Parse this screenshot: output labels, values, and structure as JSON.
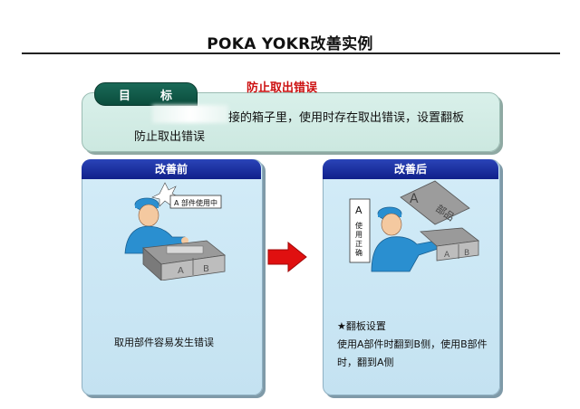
{
  "header": {
    "title": "POKA YOKR改善实例"
  },
  "goal": {
    "tab_label_1": "目",
    "tab_label_2": "标",
    "red_heading": "防止取出错误",
    "line1": "接的箱子里，使用时存在取出错误，设置翻板",
    "line2": "防止取出错误"
  },
  "before": {
    "tab_label": "改善前",
    "sign_text": "A 部件使用中",
    "box_letters": [
      "A",
      "B"
    ],
    "caption": "取用部件容易发生错误"
  },
  "after": {
    "tab_label": "改善后",
    "flap_letter": "A",
    "flap_text": "部品",
    "side_sign_letter": "A",
    "side_sign_text": [
      "使",
      "用",
      "正",
      "确"
    ],
    "box_letters": [
      "A",
      "B"
    ],
    "caption_title": "★翻板设置",
    "caption_line1": "使用A部件时翻到B侧，使用B部件",
    "caption_line2": "时，翻到A侧"
  },
  "colors": {
    "tab_blue": "#10208a",
    "goal_tab": "#0a4c3c",
    "arrow_red": "#e01010",
    "worker_blue": "#2a8fd0"
  }
}
